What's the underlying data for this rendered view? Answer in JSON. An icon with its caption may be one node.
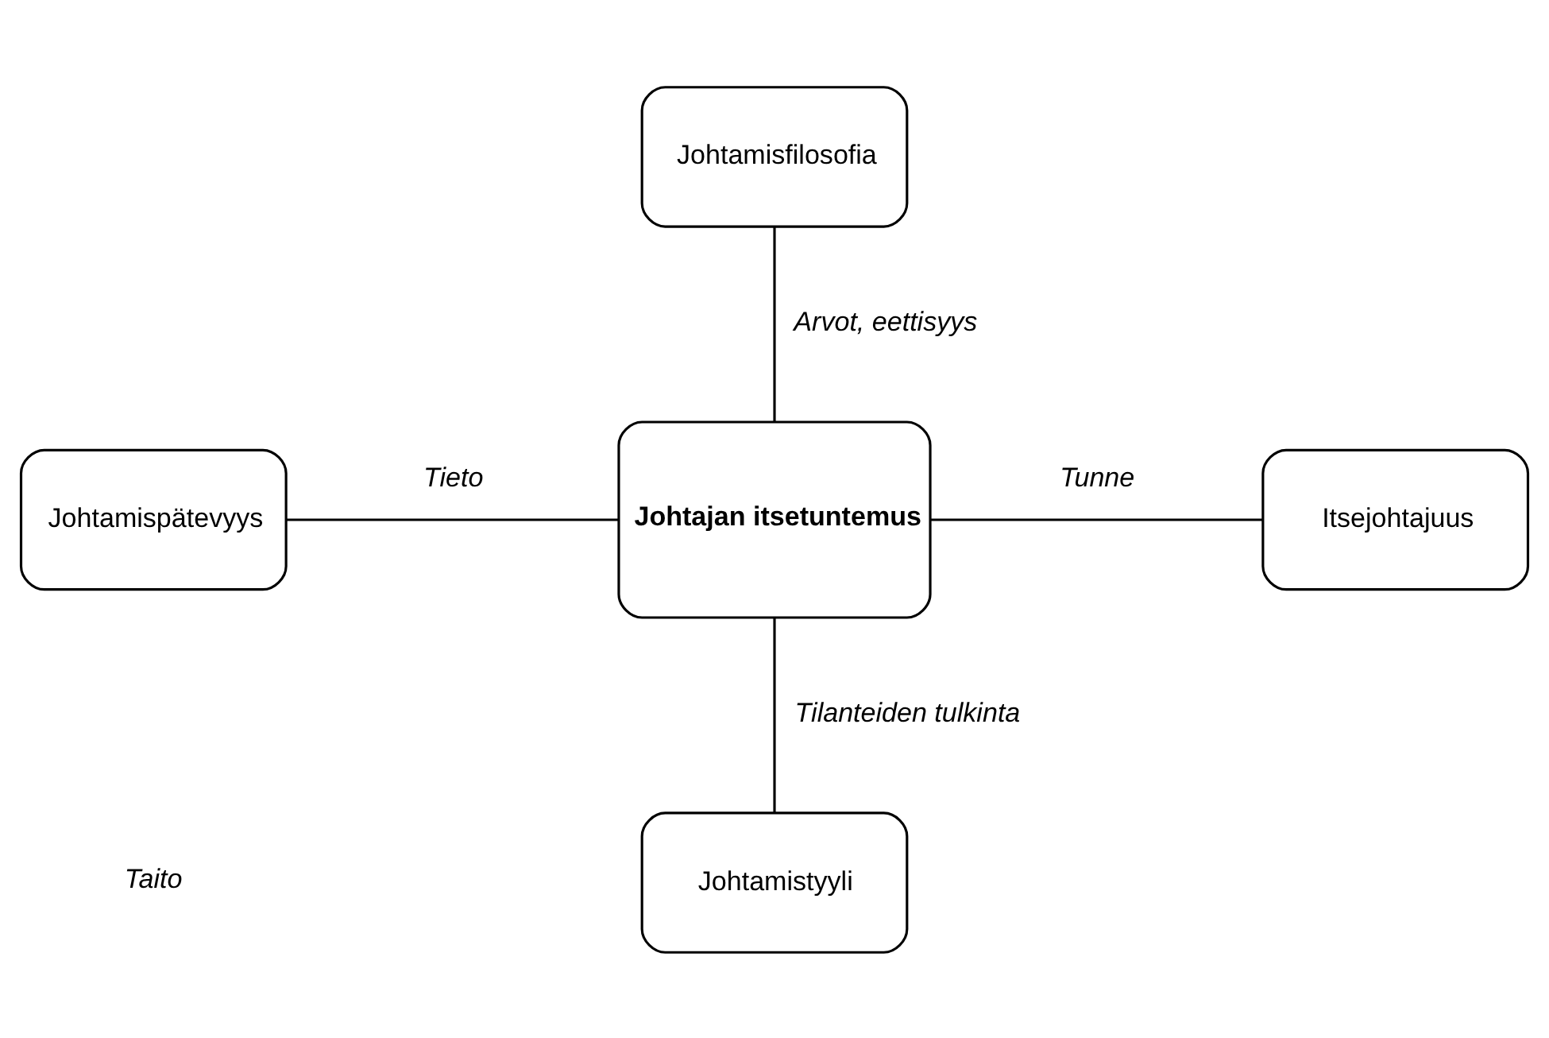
{
  "diagram": {
    "nodes": [
      {
        "text": [
          "Johtamisfilosofia"
        ]
      },
      {
        "text": [
          "Johtamispätevyys"
        ]
      },
      {
        "text": [
          "Johtajan itsetuntemus"
        ]
      },
      {
        "text": [
          "Itsejohtajuus"
        ]
      },
      {
        "text": [
          "Johtamistyyli"
        ]
      }
    ],
    "edges": [
      {
        "from": 0,
        "to": 2,
        "arrow": "none",
        "label": "Arvot, eettisyys"
      },
      {
        "from": 1,
        "to": 2,
        "arrow": "none",
        "label": "Tieto"
      },
      {
        "from": 2,
        "to": 3,
        "arrow": "none",
        "label": "Tunne"
      },
      {
        "from": 2,
        "to": 4,
        "arrow": "none",
        "label": "Tilanteiden tulkinta"
      }
    ],
    "labels": [
      "Taito"
    ]
  }
}
